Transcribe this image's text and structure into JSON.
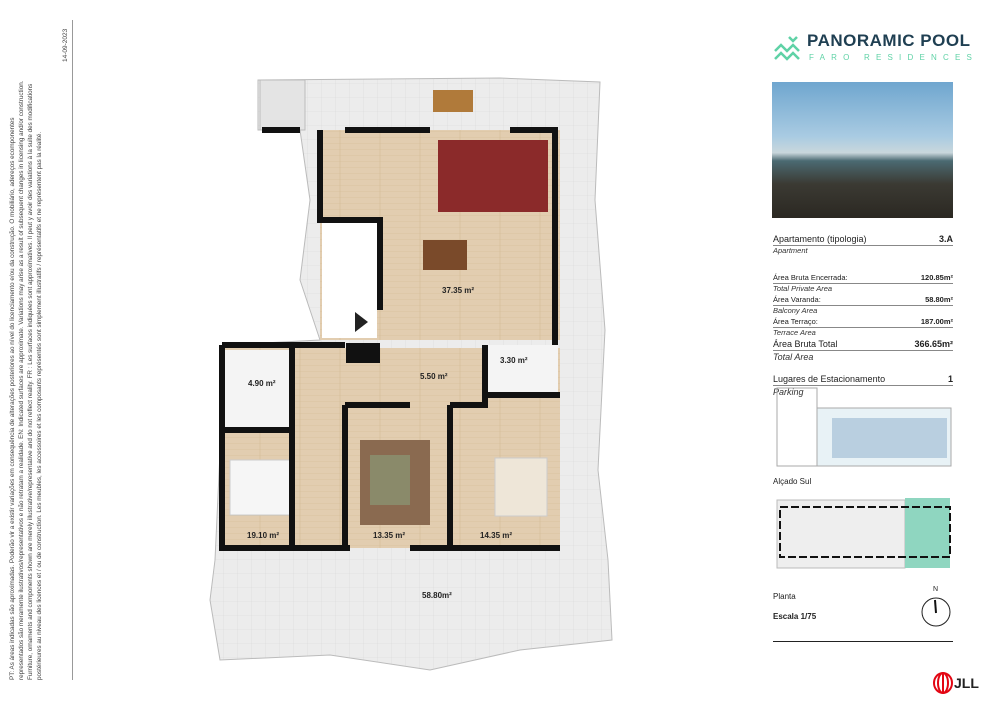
{
  "disclaimer": "PT: As áreas indicadas são aproximadas. Poderão vir a existir variações em consequência de alterações posteriores ao nível do licenciamento e/ou da construção. O mobiliário, adereços ecomponentes representados são meramente ilustrativos/representativos e não retratam a realidade. EN: Indicated surfaces are approximate. Variations may arise as a result of subsequent changes in licensing and/or construction. Furniture, ornaments and components shown are merely illustrative/representative and do not reflect reality. FR : Les surfaces indiquées sont approximatives. Il peut y avoir des variations à la suite des modifications postérieures au niveau des licences et / ou de construction. Les meubles, les accessoires et les composants représentés sont simplement illustratifs / représentatifs et ne représentent pas la réalité.",
  "date": "14-09-2023",
  "logo": {
    "title": "PANORAMIC POOL",
    "subtitle": "FARO RESIDENCES",
    "color": "#1f3f52",
    "accent": "#5fd2a6"
  },
  "info": {
    "type_label": "Apartamento (tipologia)",
    "type_en": "Apartment",
    "type_value": "3.A",
    "rows": [
      {
        "label": "Área Bruta Encerrada:",
        "en": "Total Private Area",
        "value": "120.85m²"
      },
      {
        "label": "Área Varanda:",
        "en": "Balcony Area",
        "value": "58.80m²"
      },
      {
        "label": "Área Terraço:",
        "en": "Terrace Area",
        "value": "187.00m²"
      },
      {
        "label": "Área Bruta Total",
        "en": "Total Area",
        "value": "366.65m²"
      }
    ],
    "parking_label": "Lugares de Estacionamento",
    "parking_en": "Parking",
    "parking_value": "1",
    "elevation": "Alçado Sul",
    "plan": "Planta",
    "scale": "Escala 1/75",
    "north": "N"
  },
  "rooms": [
    "37.35 m²",
    "5.50 m²",
    "3.30 m²",
    "4.90 m²",
    "19.10 m²",
    "13.35 m²",
    "14.35 m²",
    "58.80m²"
  ],
  "brand": "JLL",
  "brand_color": "#e30613"
}
